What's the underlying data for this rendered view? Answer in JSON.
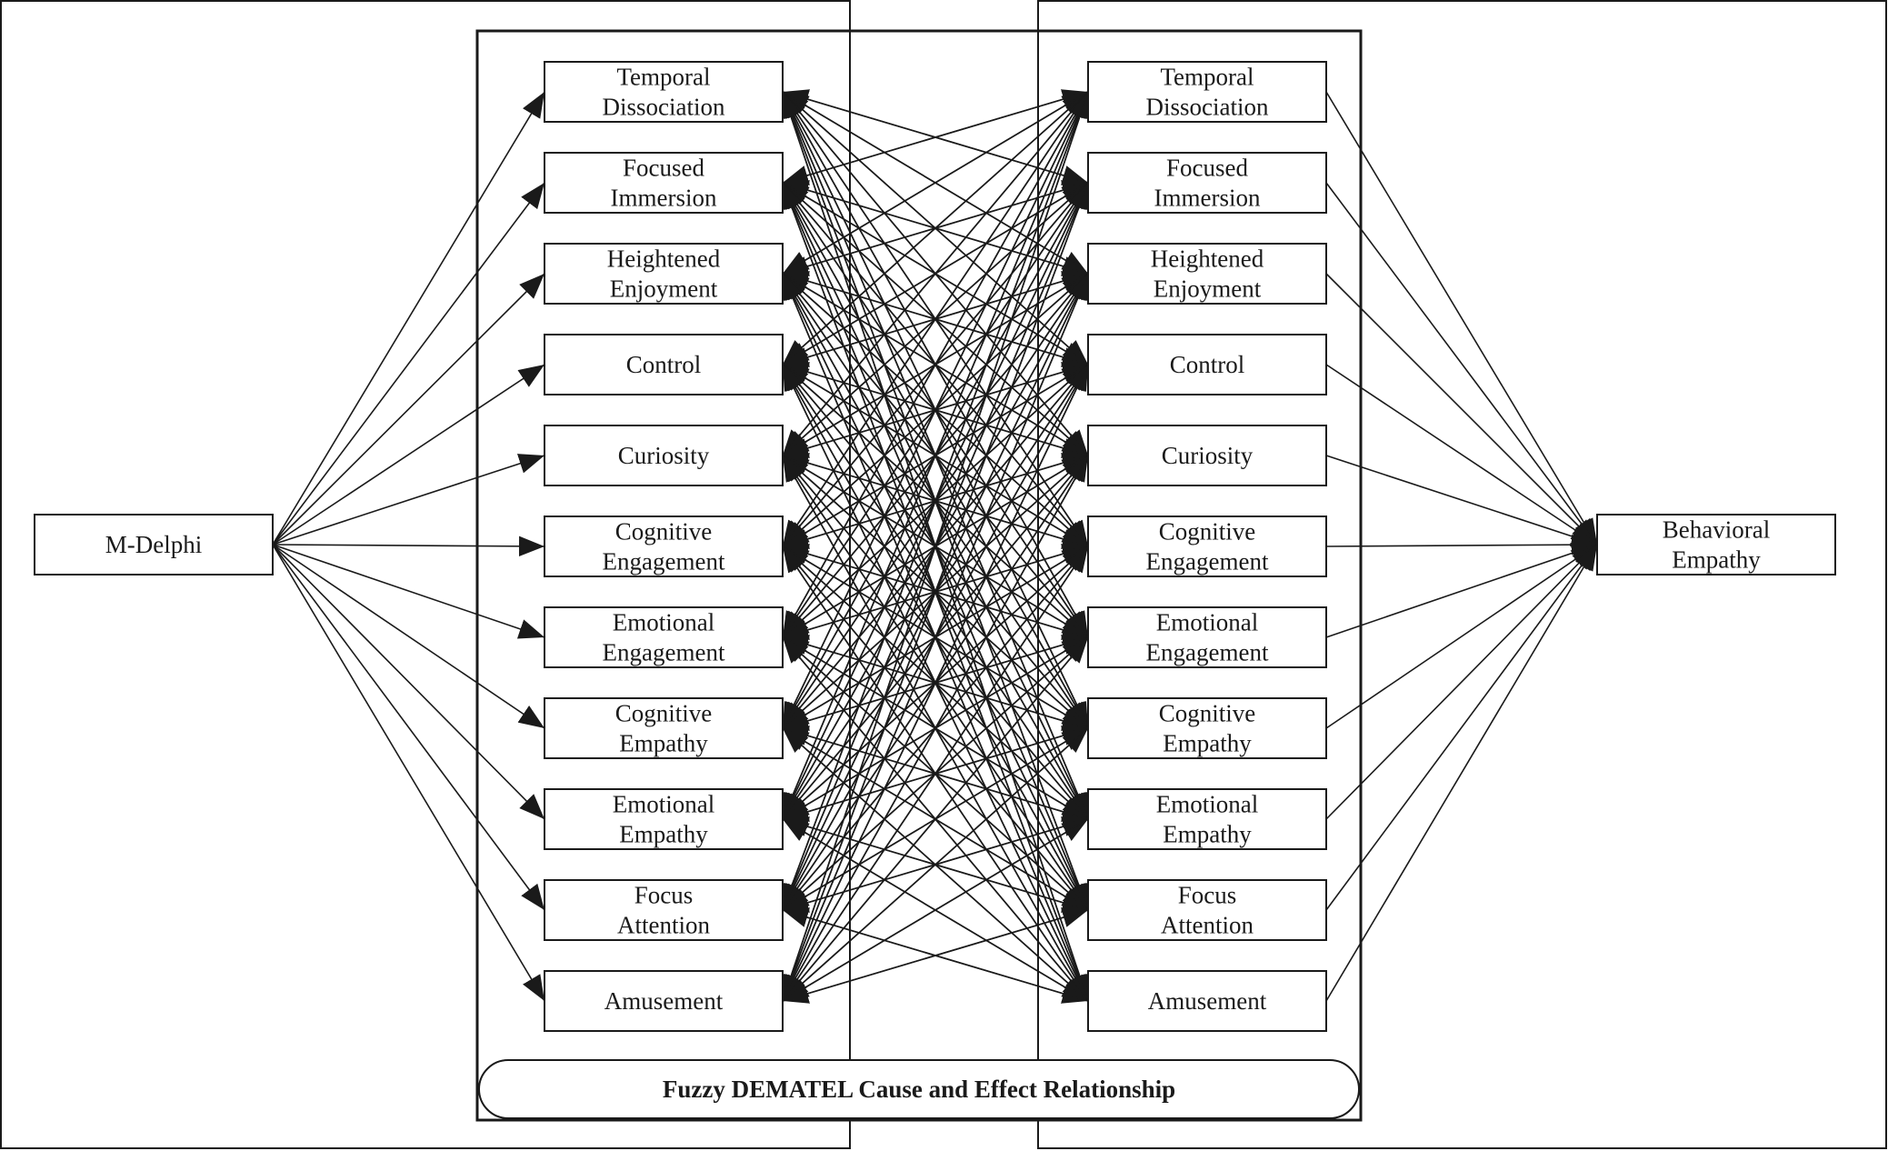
{
  "source_node": {
    "label": [
      "M-Delphi"
    ]
  },
  "target_node": {
    "label": [
      "Behavioral",
      "Empathy"
    ]
  },
  "factors": [
    {
      "id": "temporal-dissociation",
      "label": [
        "Temporal",
        "Dissociation"
      ]
    },
    {
      "id": "focused-immersion",
      "label": [
        "Focused",
        "Immersion"
      ]
    },
    {
      "id": "heightened-enjoyment",
      "label": [
        "Heightened",
        "Enjoyment"
      ]
    },
    {
      "id": "control",
      "label": [
        "Control"
      ]
    },
    {
      "id": "curiosity",
      "label": [
        "Curiosity"
      ]
    },
    {
      "id": "cognitive-engagement",
      "label": [
        "Cognitive",
        "Engagement"
      ]
    },
    {
      "id": "emotional-engagement",
      "label": [
        "Emotional",
        "Engagement"
      ]
    },
    {
      "id": "cognitive-empathy",
      "label": [
        "Cognitive",
        "Empathy"
      ]
    },
    {
      "id": "emotional-empathy",
      "label": [
        "Emotional",
        "Empathy"
      ]
    },
    {
      "id": "focus-attention",
      "label": [
        "Focus",
        "Attention"
      ]
    },
    {
      "id": "amusement",
      "label": [
        "Amusement"
      ]
    }
  ],
  "banner": {
    "label": "Fuzzy DEMATEL Cause and Effect Relationship"
  },
  "colors": {
    "stroke": "#1a1a1a",
    "background": "#ffffff"
  }
}
